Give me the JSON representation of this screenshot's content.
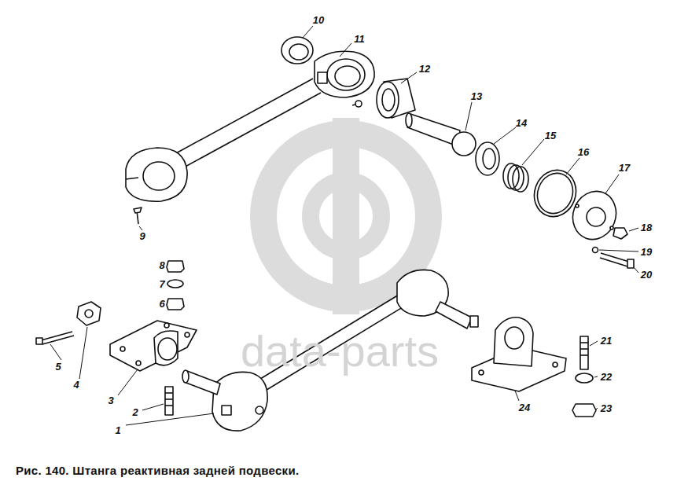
{
  "diagram": {
    "caption": "Рис. 140. Штанга реактивная задней подвески.",
    "labels": [
      "1",
      "2",
      "3",
      "4",
      "5",
      "6",
      "7",
      "8",
      "9",
      "10",
      "11",
      "12",
      "13",
      "14",
      "15",
      "16",
      "17",
      "18",
      "19",
      "20",
      "21",
      "22",
      "23",
      "24",
      "data-parts"
    ]
  }
}
